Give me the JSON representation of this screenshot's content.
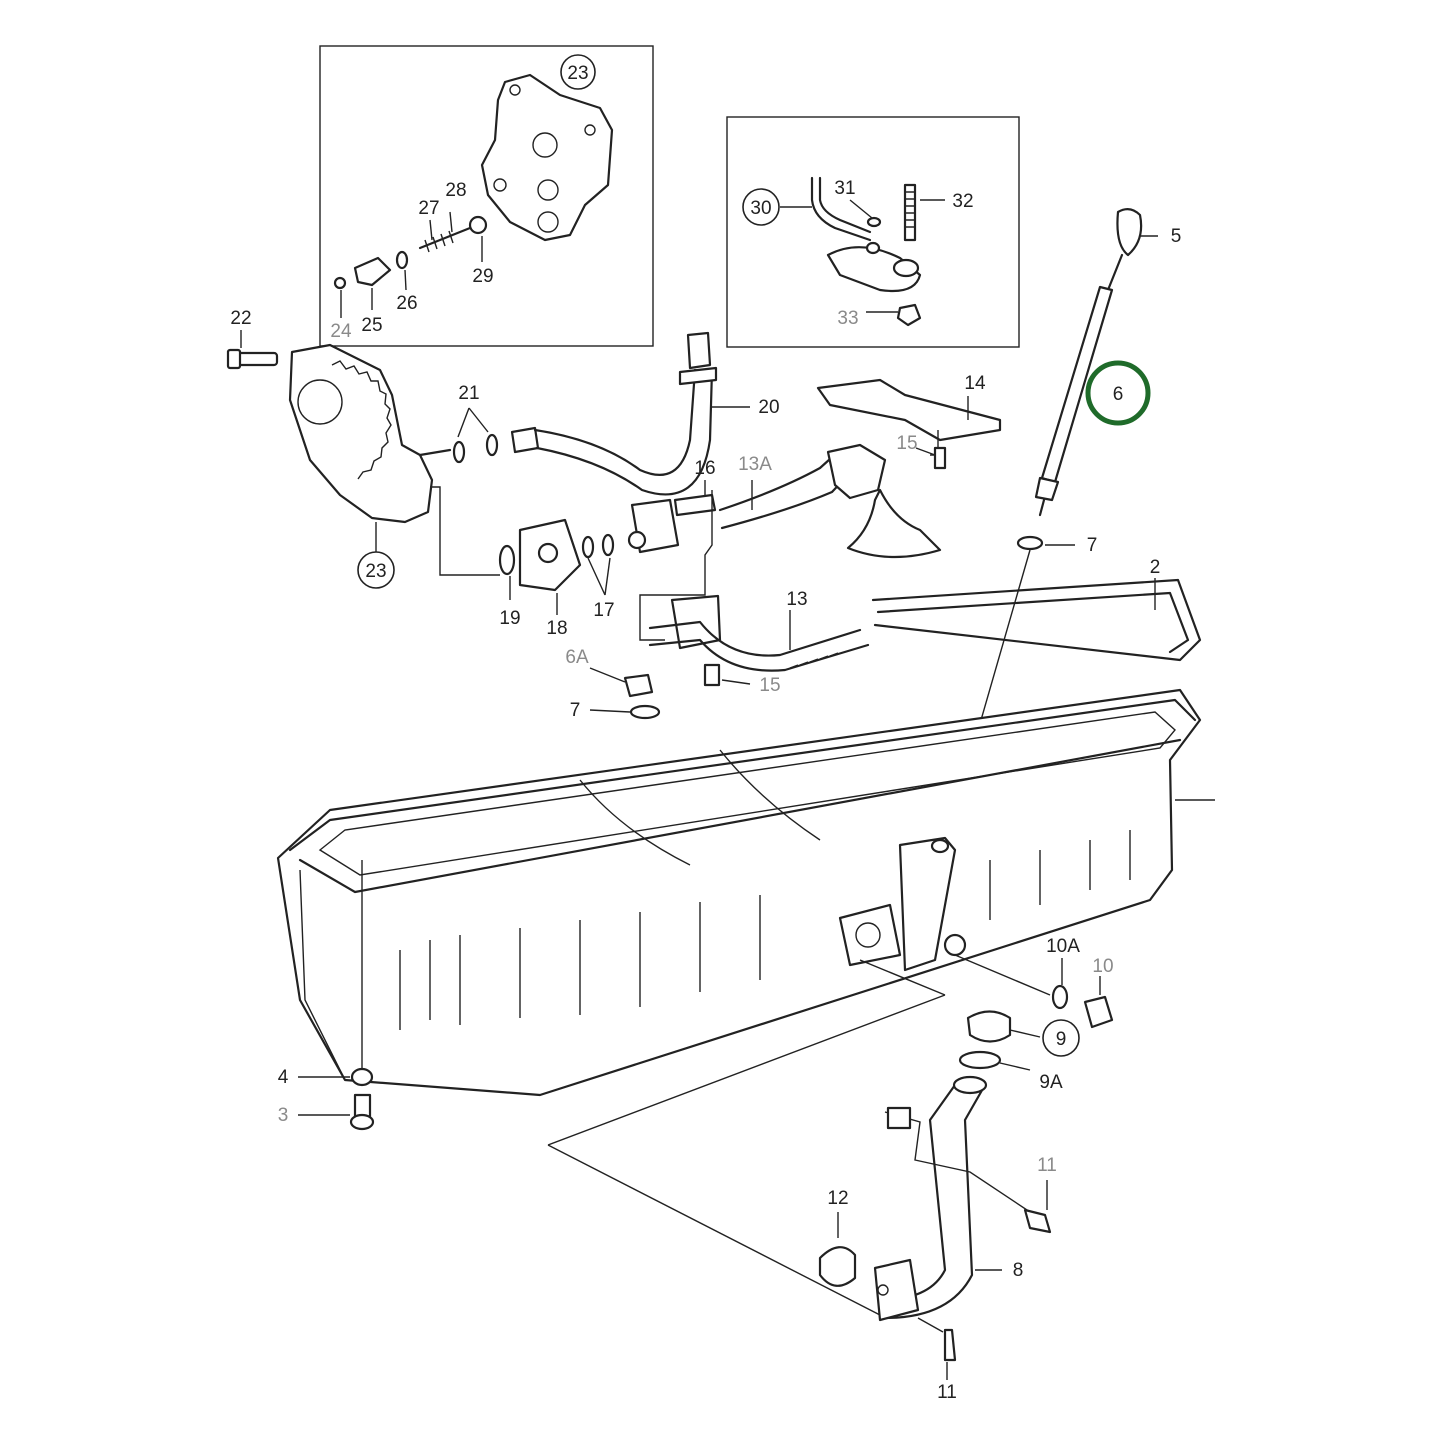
{
  "labels": {
    "l22": "22",
    "l23a": "23",
    "l23b": "23",
    "l24": "24",
    "l25": "25",
    "l26": "26",
    "l27": "27",
    "l28": "28",
    "l29": "29",
    "l30": "30",
    "l31": "31",
    "l32": "32",
    "l33": "33",
    "l5": "5",
    "l6": "6",
    "l14": "14",
    "l15a": "15",
    "l15b": "15",
    "l20": "20",
    "l21": "21",
    "l16": "16",
    "l13a": "13A",
    "l13": "13",
    "l7a": "7",
    "l7b": "7",
    "l2": "2",
    "l19": "19",
    "l18": "18",
    "l17": "17",
    "l6a": "6A",
    "l10a": "10A",
    "l10": "10",
    "l9": "9",
    "l9a": "9A",
    "l4": "4",
    "l3": "3",
    "l11a": "11",
    "l11b": "11",
    "l12": "12",
    "l8": "8"
  },
  "colors": {
    "highlight": "#1f6b2a",
    "line": "#222222",
    "muted_label": "#8a8a8a"
  }
}
